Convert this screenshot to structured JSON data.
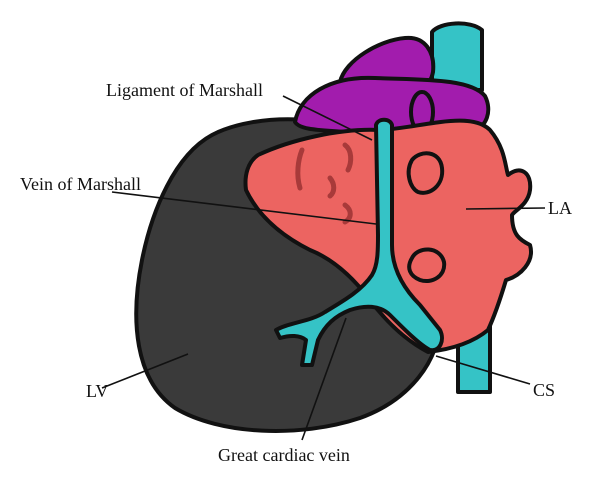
{
  "labels": {
    "ligament_of_marshall": "Ligament of Marshall",
    "vein_of_marshall": "Vein of Marshall",
    "la": "LA",
    "lv": "LV",
    "cs": "CS",
    "great_cardiac_vein": "Great cardiac vein"
  },
  "colors": {
    "left_ventricle": "#3a3a3a",
    "left_atrium": "#ec6461",
    "atrium_shading": "#a83a3a",
    "veins": "#35c3c6",
    "vessels_purple": "#a21cad",
    "outline": "#111111",
    "leader_lines": "#111111"
  }
}
